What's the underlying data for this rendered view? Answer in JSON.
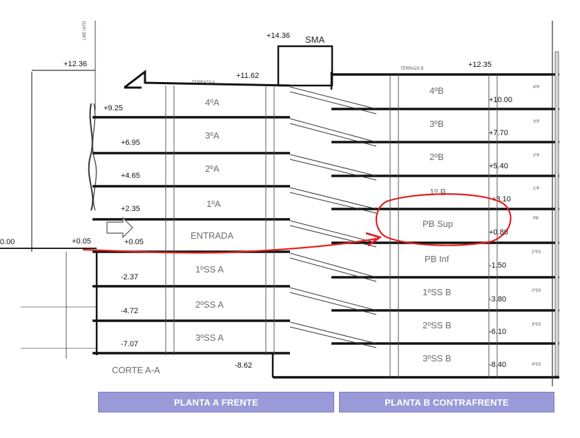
{
  "top_labels": {
    "sma": "SMA",
    "sma_level": "+14.36",
    "terraza_a": "TERRAZA A",
    "terraza_a_level": "+11.62",
    "terraza_b": "TERRAZA B",
    "terraza_b_level": "+12.35",
    "left_top_level": "+12.36",
    "vertical_line_label": "LME IATO"
  },
  "block_a": {
    "rooms": [
      "4ºA",
      "3ºA",
      "2ºA",
      "1ºA",
      "ENTRADA",
      "1ºSS A",
      "2ºSS A",
      "3ºSS A"
    ],
    "levels": [
      "+9.25",
      "+6.95",
      "+4.65",
      "+2.35",
      "+0.05",
      "-2.37",
      "-4.72",
      "-7.07"
    ]
  },
  "block_b": {
    "rooms": [
      "4ºB",
      "3ºB",
      "2ºB",
      "1º B",
      "PB Sup",
      "PB Inf",
      "1ºSS B",
      "2ºSS B",
      "3ºSS B"
    ],
    "levels": [
      "+10.00",
      "+7.70",
      "+5.40",
      "+3.10",
      "+0.80",
      "-1.50",
      "-3.80",
      "-6.10",
      "-8.40"
    ],
    "floor_tags": [
      "4ºP",
      "3ºP",
      "2ºP",
      "1ºP",
      "PB",
      "1ºSS",
      "2ºSS",
      "3ºSS",
      "4ºSS"
    ]
  },
  "street": {
    "left_level": "0.00",
    "entry_level": "+0.05",
    "bottom_level": "-8.62"
  },
  "section_title": "CORTE A-A",
  "legend": {
    "front": "PLANTA A FRENTE",
    "back": "PLANTA B CONTRAFRENTE"
  },
  "annotation_color": "#e0201c",
  "legend_color": "#9a9ad8"
}
